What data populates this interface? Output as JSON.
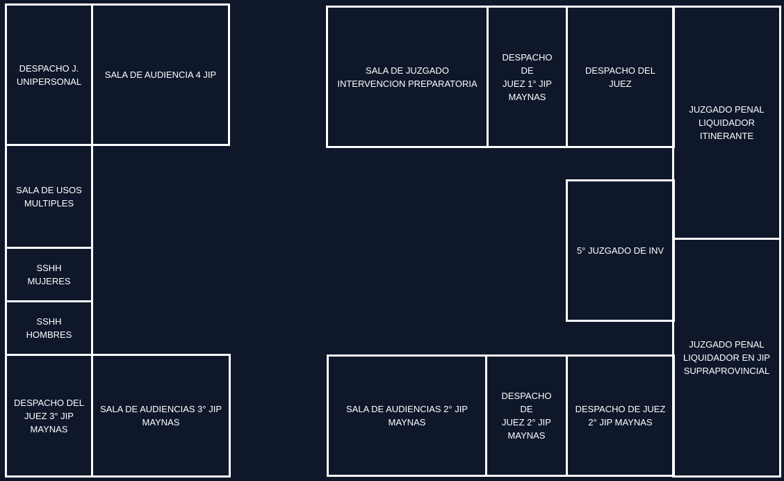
{
  "colors": {
    "background": "#0f172a",
    "wall": "#ffffff",
    "text": "#ffffff"
  },
  "rooms": {
    "despacho_j_unipersonal": "DESPACHO J.\nUNIPERSONAL",
    "sala_audiencia_4_jip": "SALA DE AUDIENCIA 4 JIP",
    "sala_usos_multiples": "SALA DE USOS\nMULTIPLES",
    "sshh_mujeres": "SSHH MUJERES",
    "sshh_hombres": "SSHH\nHOMBRES",
    "despacho_juez_3_jip": "DESPACHO DEL\nJUEZ 3° JIP\nMAYNAS",
    "sala_audiencias_3_jip": "SALA DE AUDIENCIAS 3° JIP\nMAYNAS",
    "sala_juzgado_ip": "SALA DE JUZGADO\nINTERVENCION PREPARATORIA",
    "despacho_juez_1_jip": "DESPACHO DE\nJUEZ 1° JIP\nMAYNAS",
    "despacho_del_juez": "DESPACHO DEL JUEZ",
    "juzgado_penal_liquidador_itinerante": "JUZGADO PENAL\nLIQUIDADOR\nITINERANTE",
    "quinto_juzgado_inv": "5° JUZGADO DE INV",
    "juzgado_penal_liquidador_supraprovincial": "JUZGADO PENAL\nLIQUIDADOR EN JIP\nSUPRAPROVINCIAL",
    "sala_audiencias_2_jip": "SALA DE AUDIENCIAS 2° JIP\nMAYNAS",
    "despacho_juez_2_jip_a": "DESPACHO DE\nJUEZ 2° JIP\nMAYNAS",
    "despacho_juez_2_jip_b": "DESPACHO DE JUEZ\n2° JIP MAYNAS"
  }
}
